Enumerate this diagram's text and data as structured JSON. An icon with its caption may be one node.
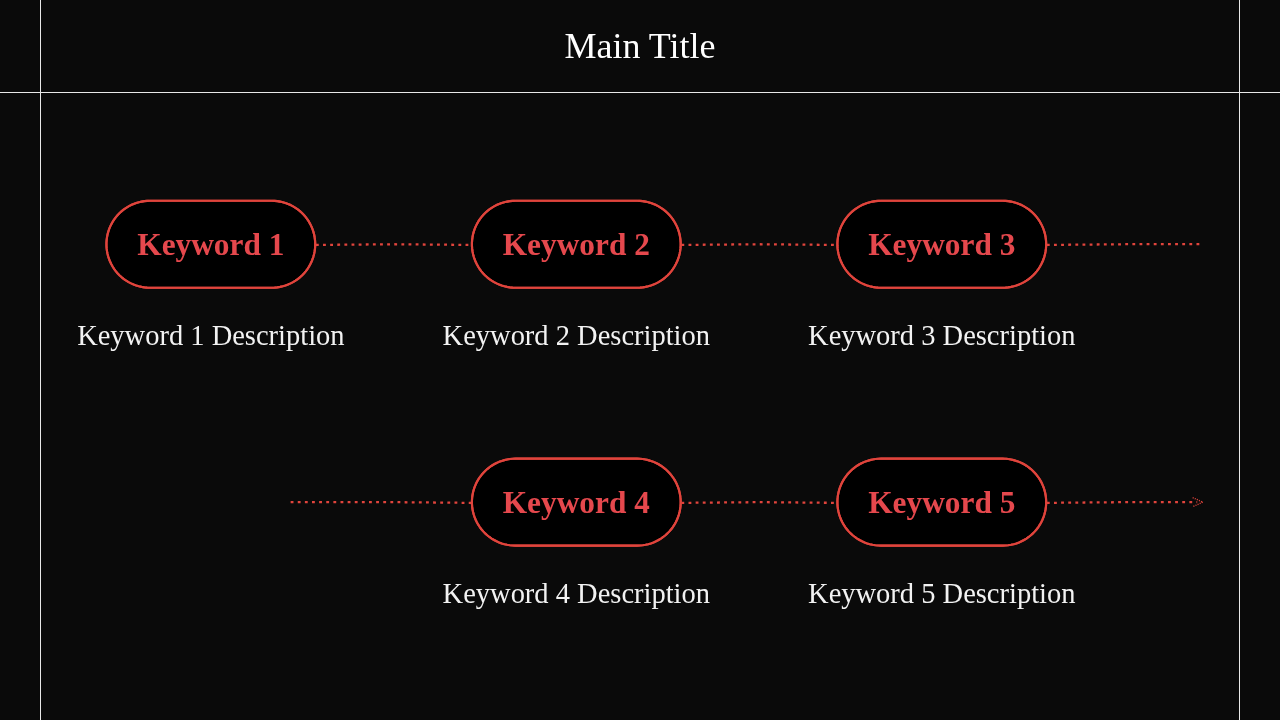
{
  "diagram": {
    "title": "Main Title",
    "nodes": [
      {
        "text": [
          "Keyword 1"
        ],
        "beside": [
          "Keyword 1 Description"
        ]
      },
      {
        "text": [
          "Keyword 2"
        ],
        "beside": [
          "Keyword 2 Description"
        ]
      },
      {
        "text": [
          "Keyword 3"
        ],
        "beside": [
          "Keyword 3 Description"
        ]
      },
      {
        "text": [
          "Keyword 4"
        ],
        "beside": [
          "Keyword 4 Description"
        ]
      },
      {
        "text": [
          "Keyword 5"
        ],
        "beside": [
          "Keyword 5 Description"
        ]
      }
    ],
    "edges": [
      {
        "from": 0,
        "to": 1,
        "arrow": "none",
        "style": "dashed"
      },
      {
        "from": 1,
        "to": 2,
        "arrow": "none",
        "style": "dashed"
      },
      {
        "from": 2,
        "to": null,
        "arrow": "none",
        "style": "dashed"
      },
      {
        "from": null,
        "to": 3,
        "arrow": "none",
        "style": "dashed"
      },
      {
        "from": 3,
        "to": 4,
        "arrow": "none",
        "style": "dashed"
      },
      {
        "from": 4,
        "to": null,
        "arrow": "to",
        "style": "dashed"
      }
    ]
  }
}
